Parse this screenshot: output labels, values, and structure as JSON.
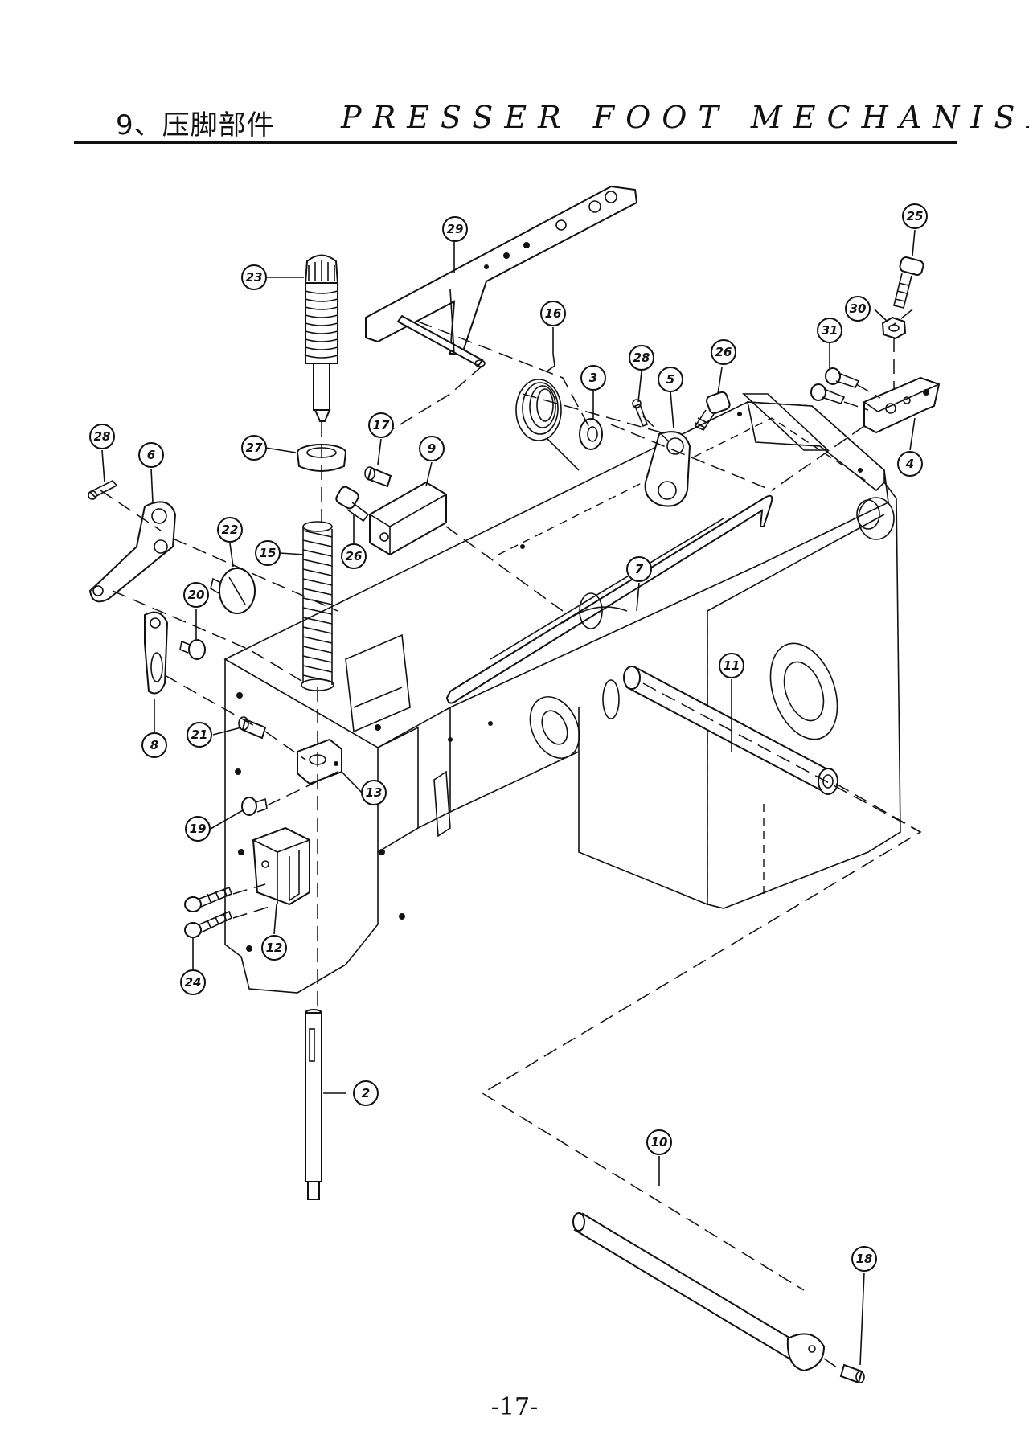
{
  "header": {
    "title_cn": "9、压脚部件",
    "title_en": "PRESSER FOOT MECHANISM"
  },
  "callouts": {
    "c2": "2",
    "c3": "3",
    "c4": "4",
    "c5": "5",
    "c6": "6",
    "c7": "7",
    "c8": "8",
    "c9": "9",
    "c10": "10",
    "c11": "11",
    "c12": "12",
    "c13": "13",
    "c15": "15",
    "c16": "16",
    "c17": "17",
    "c18": "18",
    "c19": "19",
    "c20": "20",
    "c21": "21",
    "c22": "22",
    "c23": "23",
    "c24": "24",
    "c25": "25",
    "c26a": "26",
    "c26b": "26",
    "c27": "27",
    "c28a": "28",
    "c28b": "28",
    "c29": "29",
    "c30": "30",
    "c31": "31"
  },
  "footer": {
    "page_number": "-17-"
  }
}
